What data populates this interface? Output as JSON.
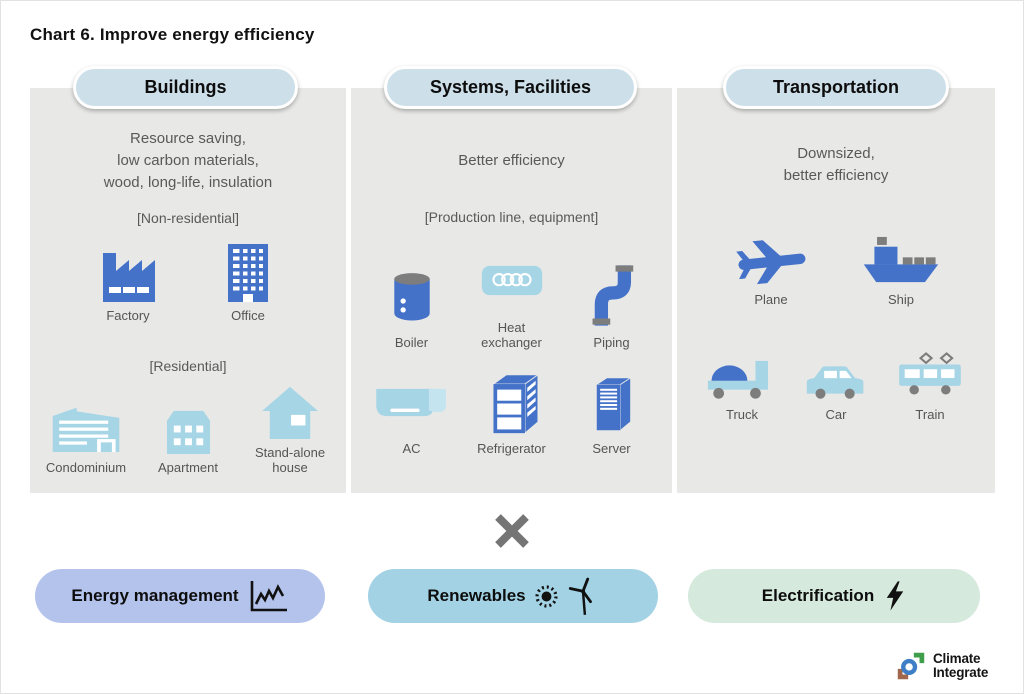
{
  "title": "Chart 6. Improve energy efficiency",
  "columns": [
    {
      "header": "Buildings",
      "desc_lines": [
        "Resource saving,",
        "low carbon materials,",
        "wood, long-life, insulation"
      ],
      "sections": [
        {
          "label": "[Non-residential]",
          "items": [
            {
              "label": "Factory"
            },
            {
              "label": "Office"
            }
          ]
        },
        {
          "label": "[Residential]",
          "items": [
            {
              "label": "Condominium"
            },
            {
              "label": "Apartment"
            },
            {
              "label": "Stand-alone house"
            }
          ]
        }
      ]
    },
    {
      "header": "Systems, Facilities",
      "desc_lines": [
        "Better efficiency"
      ],
      "sections": [
        {
          "label": "[Production line, equipment]",
          "items": [
            {
              "label": "Boiler"
            },
            {
              "label": "Heat exchanger"
            },
            {
              "label": "Piping"
            }
          ]
        },
        {
          "label": "",
          "items": [
            {
              "label": "AC"
            },
            {
              "label": "Refrigerator"
            },
            {
              "label": "Server"
            }
          ]
        }
      ]
    },
    {
      "header": "Transportation",
      "desc_lines": [
        "Downsized,",
        "better efficiency"
      ],
      "sections": [
        {
          "label": "",
          "items": [
            {
              "label": "Plane"
            },
            {
              "label": "Ship"
            }
          ]
        },
        {
          "label": "",
          "items": [
            {
              "label": "Truck"
            },
            {
              "label": "Car"
            },
            {
              "label": "Train"
            }
          ]
        }
      ]
    }
  ],
  "multiply_symbol": "×",
  "strategies": [
    {
      "label": "Energy management",
      "icon": "line-chart-icon",
      "color": "#b4c3ec"
    },
    {
      "label": "Renewables",
      "icon": "sun-icon wind-turbine-icon",
      "color": "#a2d2e4"
    },
    {
      "label": "Electrification",
      "icon": "lightning-icon",
      "color": "#d5e9dd"
    }
  ],
  "logo": {
    "line1": "Climate",
    "line2": "Integrate"
  },
  "palette": {
    "icon_blue": "#4472c9",
    "icon_light_blue": "#a6d5e6",
    "icon_gray": "#7d7d7d",
    "column_bg": "#e8e8e7",
    "header_pill_bg": "#cddfe9",
    "text_gray": "#595959",
    "multiply_gray": "#757575"
  }
}
